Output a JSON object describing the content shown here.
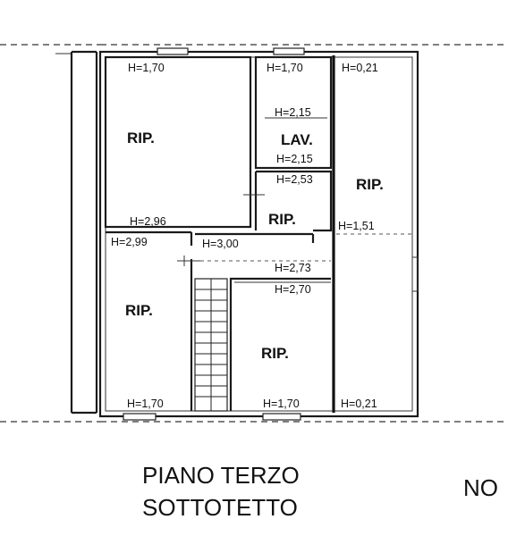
{
  "plan": {
    "title_line1": "PIANO TERZO",
    "title_line2": "SOTTOTETTO",
    "partial_label": "NO",
    "rooms": {
      "rip_top_left": "RIP.",
      "lav": "LAV.",
      "rip_right": "RIP.",
      "rip_small": "RIP.",
      "rip_bottom_left": "RIP.",
      "rip_bottom_center": "RIP."
    },
    "heights": {
      "h_top_left": "H=1,70",
      "h_top_lav": "H=1,70",
      "h_top_right": "H=0,21",
      "h_lav_ceiling": "H=2,15",
      "h_lav_floor": "H=2,15",
      "h_lav_lower": "H=2,53",
      "h_top_left_bottom": "H=2,96",
      "h_right_mid": "H=1,51",
      "h_left_mid": "H=2,99",
      "h_corridor": "H=3,00",
      "h_center_upper": "H=2,73",
      "h_center_lower": "H=2,70",
      "h_bottom_left": "H=1,70",
      "h_bottom_center": "H=1,70",
      "h_bottom_right": "H=0,21"
    }
  }
}
